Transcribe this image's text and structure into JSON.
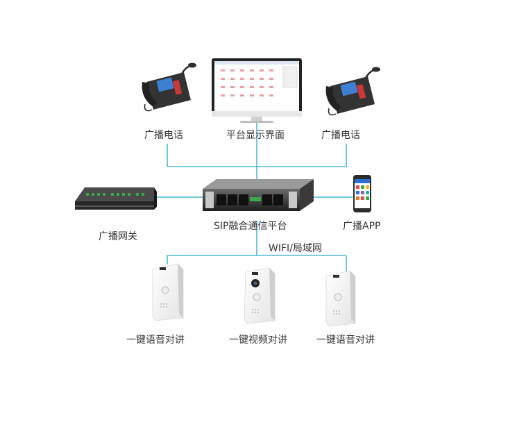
{
  "colors": {
    "connector": "#4fb8d8",
    "device_dark": "#2e2e2e",
    "device_light": "#f3f3f3",
    "accent_green": "#3aa84a"
  },
  "nodes": {
    "phone_left": {
      "label": "广播电话",
      "icon": "desk-phone-with-mic"
    },
    "monitor": {
      "label": "平台显示界面",
      "icon": "monitor"
    },
    "phone_right": {
      "label": "广播电话",
      "icon": "desk-phone-with-mic"
    },
    "gateway": {
      "label": "广播网关",
      "icon": "gateway-box"
    },
    "server": {
      "label": "SIP融合通信平台",
      "icon": "rack-server"
    },
    "app": {
      "label": "广播APP",
      "icon": "smartphone"
    },
    "network": {
      "label": "WIFI/局域网"
    },
    "intercom_left": {
      "label": "一键语音对讲",
      "icon": "intercom"
    },
    "intercom_center": {
      "label": "一键视频对讲",
      "icon": "video-intercom"
    },
    "intercom_right": {
      "label": "一键语音对讲",
      "icon": "intercom"
    }
  }
}
